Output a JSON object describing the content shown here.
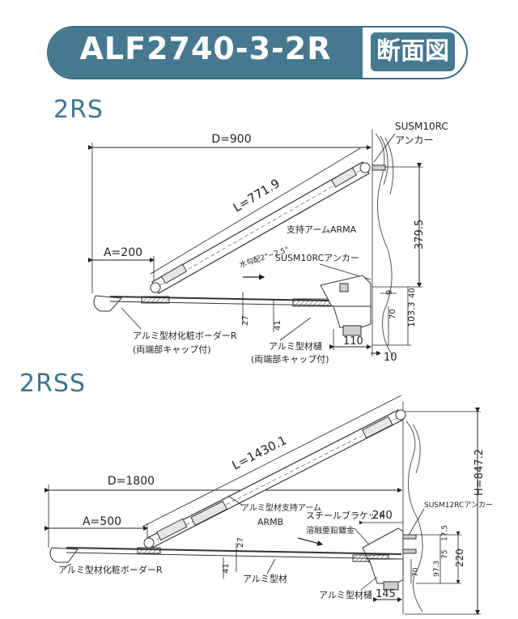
{
  "header": {
    "model": "ALF2740-3-2R",
    "tag": "断面図"
  },
  "rs": {
    "title": "2RS",
    "d": "D=900",
    "l": "L=771.9",
    "a": "A=200",
    "arm": "支持アームARMA",
    "slope": "水勾配2°~2.5°",
    "anchor_top": [
      "SUSM10RC",
      "アンカー"
    ],
    "anchor_mid": "SUSM10RCアンカー",
    "dim_3795": "379.5",
    "dim_40": "40",
    "dim_9": "9",
    "dim_1033": "103.3",
    "dim_70": "70",
    "dim_27": "27",
    "dim_41": "41",
    "dim_110": "110",
    "dim_10": "10",
    "border_label": [
      "アルミ型材化粧ボーダーR",
      "(両端部キャップ付)"
    ],
    "gutter_label": [
      "アルミ型材樋",
      "(両端部キャップ付)"
    ]
  },
  "rss": {
    "title": "2RSS",
    "l": "L=1430.1",
    "d": "D=1800",
    "a": "A=500",
    "arm": [
      "アルミ型材支持アーム",
      "ARMB"
    ],
    "bracket": [
      "スチールブラケット",
      "溶融亜鉛鍍金"
    ],
    "anchor": "SUSM12RCアンカー",
    "dim_240": "240",
    "dim_h": "H=847.2",
    "dim_175": "17.5",
    "dim_75": "75",
    "dim_97": "97.3",
    "dim_220": "220",
    "dim_70": "70",
    "dim_27": "27",
    "dim_41": "41",
    "dim_145": "145",
    "border_label": "アルミ型材化粧ボーダーR",
    "material_label": "アルミ型材",
    "gutter_label": "アルミ型材樋"
  }
}
